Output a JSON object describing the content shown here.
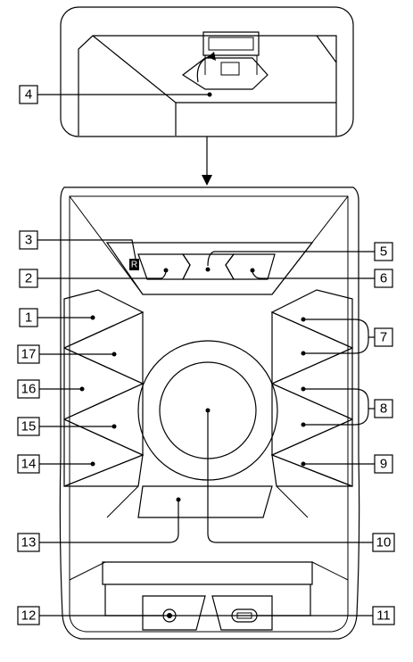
{
  "callouts": [
    {
      "id": "c4",
      "label": "4"
    },
    {
      "id": "c3",
      "label": "3"
    },
    {
      "id": "c5",
      "label": "5"
    },
    {
      "id": "c2",
      "label": "2"
    },
    {
      "id": "c6",
      "label": "6"
    },
    {
      "id": "c1",
      "label": "1"
    },
    {
      "id": "c7",
      "label": "7"
    },
    {
      "id": "c17",
      "label": "17"
    },
    {
      "id": "c16",
      "label": "16"
    },
    {
      "id": "c8",
      "label": "8"
    },
    {
      "id": "c15",
      "label": "15"
    },
    {
      "id": "c14",
      "label": "14"
    },
    {
      "id": "c9",
      "label": "9"
    },
    {
      "id": "c13",
      "label": "13"
    },
    {
      "id": "c10",
      "label": "10"
    },
    {
      "id": "c12",
      "label": "12"
    },
    {
      "id": "c11",
      "label": "11"
    }
  ],
  "indicator_glyph": "R"
}
